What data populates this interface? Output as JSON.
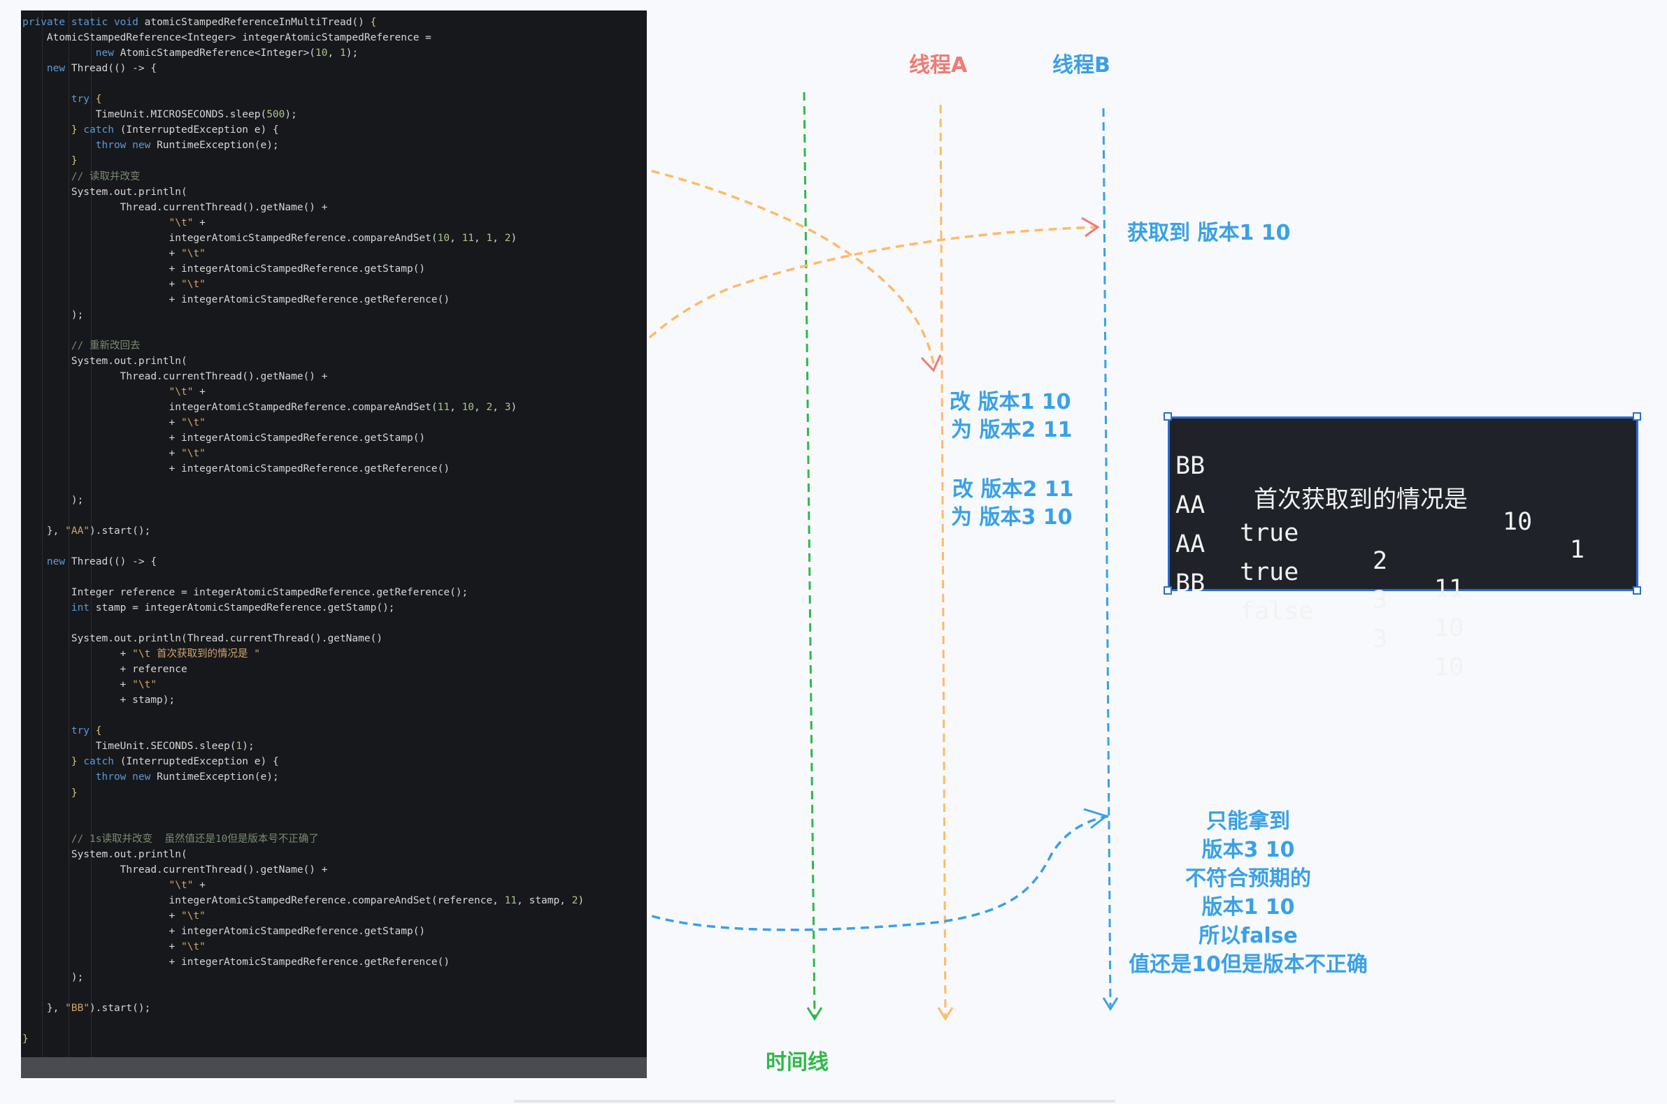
{
  "code": {
    "lines": [
      [
        [
          "private static void ",
          "kw"
        ],
        [
          "atomicStampedReferenceInMultiTread() ",
          "pl"
        ],
        [
          "{",
          "br"
        ]
      ],
      [
        [
          "    AtomicStampedReference<Integer> integerAtomicStampedReference =",
          "pl"
        ]
      ],
      [
        [
          "            ",
          "pl"
        ],
        [
          "new ",
          "kw"
        ],
        [
          "AtomicStampedReference<Integer>(",
          "pl"
        ],
        [
          "10",
          "num"
        ],
        [
          ", ",
          "pl"
        ],
        [
          "1",
          "num"
        ],
        [
          ");",
          "pl"
        ]
      ],
      [
        [
          "    ",
          "pl"
        ],
        [
          "new ",
          "kw"
        ],
        [
          "Thread(() -> {",
          "pl"
        ]
      ],
      [
        [
          "",
          "pl"
        ]
      ],
      [
        [
          "        ",
          "pl"
        ],
        [
          "try ",
          "kw"
        ],
        [
          "{",
          "br"
        ]
      ],
      [
        [
          "            TimeUnit.MICROSECONDS.sleep(",
          "pl"
        ],
        [
          "500",
          "num"
        ],
        [
          ");",
          "pl"
        ]
      ],
      [
        [
          "        ",
          "pl"
        ],
        [
          "} ",
          "br"
        ],
        [
          "catch ",
          "kw"
        ],
        [
          "(InterruptedException e) {",
          "pl"
        ]
      ],
      [
        [
          "            ",
          "pl"
        ],
        [
          "throw new ",
          "kw"
        ],
        [
          "RuntimeException(e);",
          "pl"
        ]
      ],
      [
        [
          "        }",
          "br"
        ]
      ],
      [
        [
          "        // 读取并改变",
          "cm"
        ]
      ],
      [
        [
          "        System.out.println(",
          "pl"
        ]
      ],
      [
        [
          "                Thread.currentThread().getName() +",
          "pl"
        ]
      ],
      [
        [
          "                        ",
          "pl"
        ],
        [
          "\"\\t\"",
          "str"
        ],
        [
          " +",
          "pl"
        ]
      ],
      [
        [
          "                        integerAtomicStampedReference.compareAndSet(",
          "pl"
        ],
        [
          "10",
          "num"
        ],
        [
          ", ",
          "pl"
        ],
        [
          "11",
          "num"
        ],
        [
          ", ",
          "pl"
        ],
        [
          "1",
          "num"
        ],
        [
          ", ",
          "pl"
        ],
        [
          "2",
          "num"
        ],
        [
          ")",
          "pl"
        ]
      ],
      [
        [
          "                        + ",
          "pl"
        ],
        [
          "\"\\t\"",
          "str"
        ]
      ],
      [
        [
          "                        + integerAtomicStampedReference.getStamp()",
          "pl"
        ]
      ],
      [
        [
          "                        + ",
          "pl"
        ],
        [
          "\"\\t\"",
          "str"
        ]
      ],
      [
        [
          "                        + integerAtomicStampedReference.getReference()",
          "pl"
        ]
      ],
      [
        [
          "        );",
          "pl"
        ]
      ],
      [
        [
          "",
          "pl"
        ]
      ],
      [
        [
          "        // 重新改回去",
          "cm"
        ]
      ],
      [
        [
          "        System.out.println(",
          "pl"
        ]
      ],
      [
        [
          "                Thread.currentThread().getName() +",
          "pl"
        ]
      ],
      [
        [
          "                        ",
          "pl"
        ],
        [
          "\"\\t\"",
          "str"
        ],
        [
          " +",
          "pl"
        ]
      ],
      [
        [
          "                        integerAtomicStampedReference.compareAndSet(",
          "pl"
        ],
        [
          "11",
          "num"
        ],
        [
          ", ",
          "pl"
        ],
        [
          "10",
          "num"
        ],
        [
          ", ",
          "pl"
        ],
        [
          "2",
          "num"
        ],
        [
          ", ",
          "pl"
        ],
        [
          "3",
          "num"
        ],
        [
          ")",
          "pl"
        ]
      ],
      [
        [
          "                        + ",
          "pl"
        ],
        [
          "\"\\t\"",
          "str"
        ]
      ],
      [
        [
          "                        + integerAtomicStampedReference.getStamp()",
          "pl"
        ]
      ],
      [
        [
          "                        + ",
          "pl"
        ],
        [
          "\"\\t\"",
          "str"
        ]
      ],
      [
        [
          "                        + integerAtomicStampedReference.getReference()",
          "pl"
        ]
      ],
      [
        [
          "",
          "pl"
        ]
      ],
      [
        [
          "        );",
          "pl"
        ]
      ],
      [
        [
          "",
          "pl"
        ]
      ],
      [
        [
          "    }, ",
          "pl"
        ],
        [
          "\"AA\"",
          "str"
        ],
        [
          ").start();",
          "pl"
        ]
      ],
      [
        [
          "",
          "pl"
        ]
      ],
      [
        [
          "    ",
          "pl"
        ],
        [
          "new ",
          "kw"
        ],
        [
          "Thread(() -> {",
          "pl"
        ]
      ],
      [
        [
          "",
          "pl"
        ]
      ],
      [
        [
          "        Integer reference = integerAtomicStampedReference.getReference();",
          "pl"
        ]
      ],
      [
        [
          "        ",
          "pl"
        ],
        [
          "int ",
          "kw"
        ],
        [
          "stamp = integerAtomicStampedReference.getStamp();",
          "pl"
        ]
      ],
      [
        [
          "",
          "pl"
        ]
      ],
      [
        [
          "        System.out.println(Thread.currentThread().getName()",
          "pl"
        ]
      ],
      [
        [
          "                + ",
          "pl"
        ],
        [
          "\"\\t 首次获取到的情况是 \"",
          "str"
        ]
      ],
      [
        [
          "                + reference",
          "pl"
        ]
      ],
      [
        [
          "                + ",
          "pl"
        ],
        [
          "\"\\t\"",
          "str"
        ]
      ],
      [
        [
          "                + stamp);",
          "pl"
        ]
      ],
      [
        [
          "",
          "pl"
        ]
      ],
      [
        [
          "        ",
          "pl"
        ],
        [
          "try ",
          "kw"
        ],
        [
          "{",
          "br"
        ]
      ],
      [
        [
          "            TimeUnit.SECONDS.sleep(",
          "pl"
        ],
        [
          "1",
          "num"
        ],
        [
          ");",
          "pl"
        ]
      ],
      [
        [
          "        ",
          "pl"
        ],
        [
          "} ",
          "br"
        ],
        [
          "catch ",
          "kw"
        ],
        [
          "(InterruptedException e) {",
          "pl"
        ]
      ],
      [
        [
          "            ",
          "pl"
        ],
        [
          "throw new ",
          "kw"
        ],
        [
          "RuntimeException(e);",
          "pl"
        ]
      ],
      [
        [
          "        }",
          "br"
        ]
      ],
      [
        [
          "",
          "pl"
        ]
      ],
      [
        [
          "",
          "pl"
        ]
      ],
      [
        [
          "        // 1s读取并改变  虽然值还是10但是版本号不正确了",
          "cm"
        ]
      ],
      [
        [
          "        System.out.println(",
          "pl"
        ]
      ],
      [
        [
          "                Thread.currentThread().getName() +",
          "pl"
        ]
      ],
      [
        [
          "                        ",
          "pl"
        ],
        [
          "\"\\t\"",
          "str"
        ],
        [
          " +",
          "pl"
        ]
      ],
      [
        [
          "                        integerAtomicStampedReference.compareAndSet(reference, ",
          "pl"
        ],
        [
          "11",
          "num"
        ],
        [
          ", stamp, ",
          "pl"
        ],
        [
          "2",
          "num"
        ],
        [
          ")",
          "pl"
        ]
      ],
      [
        [
          "                        + ",
          "pl"
        ],
        [
          "\"\\t\"",
          "str"
        ]
      ],
      [
        [
          "                        + integerAtomicStampedReference.getStamp()",
          "pl"
        ]
      ],
      [
        [
          "                        + ",
          "pl"
        ],
        [
          "\"\\t\"",
          "str"
        ]
      ],
      [
        [
          "                        + integerAtomicStampedReference.getReference()",
          "pl"
        ]
      ],
      [
        [
          "        );",
          "pl"
        ]
      ],
      [
        [
          "",
          "pl"
        ]
      ],
      [
        [
          "    }, ",
          "pl"
        ],
        [
          "\"BB\"",
          "str"
        ],
        [
          ").start();",
          "pl"
        ]
      ],
      [
        [
          "",
          "pl"
        ]
      ],
      [
        [
          "}",
          "br"
        ]
      ]
    ]
  },
  "labels": {
    "thread_a": "线程A",
    "thread_b": "线程B",
    "timeline": "时间线",
    "got_version": "获取到 版本1 10",
    "change1_line1": "改 版本1 10",
    "change1_line2": "为 版本2 11",
    "change2_line1": "改 版本2 11",
    "change2_line2": "为 版本3 10",
    "note_lines": [
      "只能拿到",
      "版本3 10",
      "不符合预期的",
      "版本1 10",
      "所以false",
      "值还是10但是版本不正确"
    ]
  },
  "output": {
    "rows": [
      [
        "BB",
        "首次获取到的情况是",
        "10",
        "1"
      ],
      [
        "AA",
        "true",
        "2",
        "11"
      ],
      [
        "AA",
        "true",
        "3",
        "10"
      ],
      [
        "BB",
        "false",
        "3",
        "10"
      ]
    ]
  },
  "colors": {
    "orange": "#ffba66",
    "blue": "#3aa0e6",
    "green": "#2fb84a",
    "red": "#f07a73"
  }
}
